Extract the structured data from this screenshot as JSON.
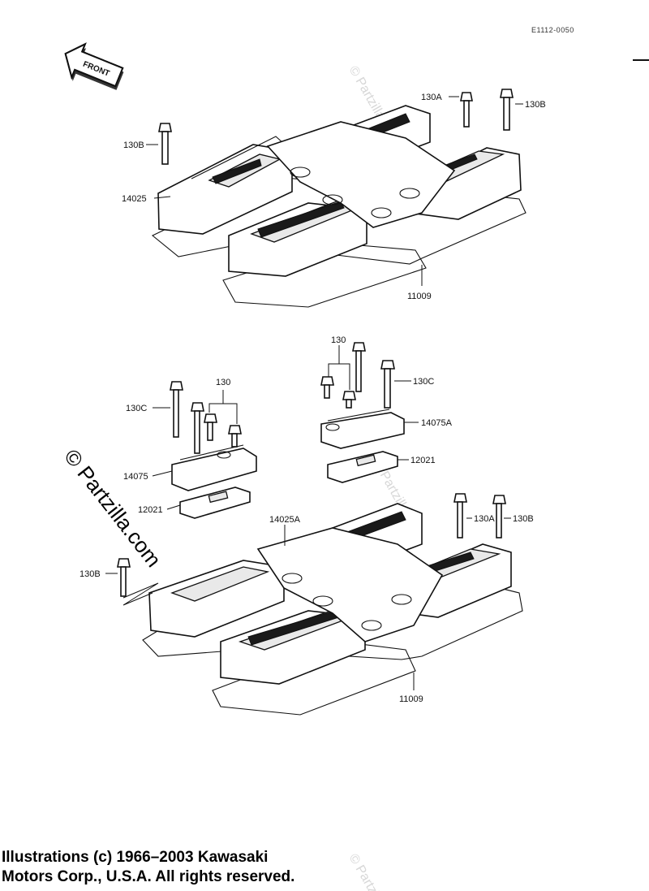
{
  "diagram_code": "E1112-0050",
  "front_label": "FRONT",
  "watermark": {
    "main": "© Partzilla.com",
    "faint": "© Partzilla.com"
  },
  "labels": {
    "top_130A": "130A",
    "top_130B_right": "130B",
    "top_130B_left": "130B",
    "top_14025": "14025",
    "top_11009": "11009",
    "mid_130_left": "130",
    "mid_130C_left": "130C",
    "mid_14075": "14075",
    "mid_12021_left": "12021",
    "mid_130_right": "130",
    "mid_130C_right": "130C",
    "mid_14075A": "14075A",
    "mid_12021_right": "12021",
    "bot_14025A": "14025A",
    "bot_130A": "130A",
    "bot_130B_right": "130B",
    "bot_130B_left": "130B",
    "bot_11009": "11009"
  },
  "copyright": {
    "line1": "Illustrations (c) 1966–2003 Kawasaki",
    "line2": "Motors Corp., U.S.A.  All rights reserved."
  }
}
